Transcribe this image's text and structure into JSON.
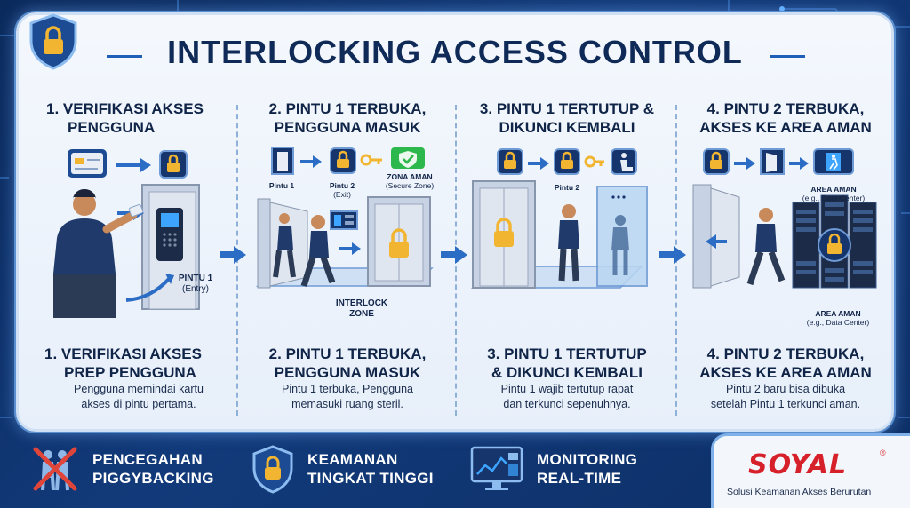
{
  "title": "INTERLOCKING ACCESS CONTROL",
  "colors": {
    "navy": "#0f2447",
    "accent": "#1f5fb8",
    "lock": "#f2b532",
    "safe": "#2db84d",
    "brand": "#d6202a"
  },
  "steps": [
    {
      "head_line1": "1. VERIFIKASI AKSES",
      "head_line2": "PENGGUNA",
      "foot_line1": "1. VERIFIKASI AKSES",
      "foot_line2": "PREP PENGGUNA",
      "desc_line1": "Pengguna memindai kartu",
      "desc_line2": "akses di pintu pertama.",
      "door_label_line1": "PINTU 1",
      "door_label_line2": "(Entry)"
    },
    {
      "head_line1": "2. PINTU 1 TERBUKA,",
      "head_line2": "PENGGUNA MASUK",
      "foot_line1": "2. PINTU 1 TERBUKA,",
      "foot_line2": "PENGGUNA MASUK",
      "desc_line1": "Pintu 1 terbuka, Pengguna",
      "desc_line2": "memasuki ruang steril.",
      "pintu1": "Pintu 1",
      "pintu2_line1": "Pintu 2",
      "pintu2_line2": "(Exit)",
      "zona_line1": "ZONA AMAN",
      "zona_line2": "(Secure Zone)",
      "interlock_line1": "INTERLOCK",
      "interlock_line2": "ZONE"
    },
    {
      "head_line1": "3. PINTU 1 TERTUTUP &",
      "head_line2": "DIKUNCI KEMBALI",
      "foot_line1": "3. PINTU 1 TERTUTUP",
      "foot_line2": "& DIKUNCI KEMBALI",
      "desc_line1": "Pintu 1 wajib tertutup rapat",
      "desc_line2": "dan terkunci sepenuhnya.",
      "pintu2": "Pintu 2"
    },
    {
      "head_line1": "4. PINTU 2 TERBUKA,",
      "head_line2": "AKSES KE AREA AMAN",
      "foot_line1": "4. PINTU 2 TERBUKA,",
      "foot_line2": "AKSES KE AREA AMAN",
      "desc_line1": "Pintu 2 baru bisa dibuka",
      "desc_line2": "setelah Pintu 1 terkunci aman.",
      "area_top_line1": "AREA AMAN",
      "area_top_line2": "(e.g., Data Center)",
      "area_bottom_line1": "AREA AMAN",
      "area_bottom_line2": "(e.g., Data Center)"
    }
  ],
  "features": [
    {
      "line1": "PENCEGAHAN",
      "line2": "PIGGYBACKING",
      "icon": "no-piggyback-icon"
    },
    {
      "line1": "KEAMANAN",
      "line2": "TINGKAT TINGGI",
      "icon": "shield-lock-icon"
    },
    {
      "line1": "MONITORING",
      "line2": "REAL-TIME",
      "icon": "monitor-icon"
    }
  ],
  "brand": {
    "name": "SOYAL",
    "reg": "®",
    "tagline": "Solusi Keamanan Akses Berurutan"
  }
}
